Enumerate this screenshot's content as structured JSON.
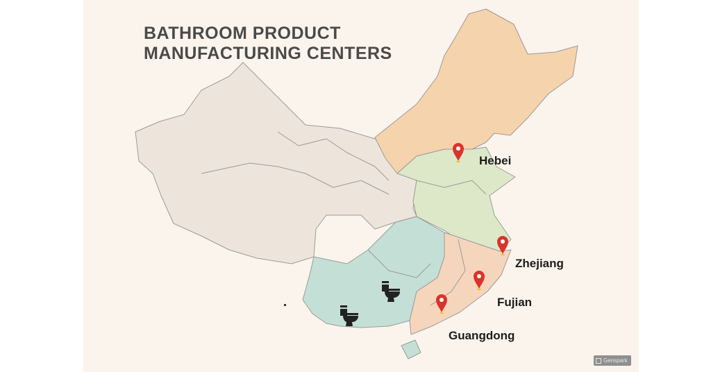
{
  "title_line1": "BATHROOM PRODUCT",
  "title_line2": "MANUFACTURING CENTERS",
  "locations": [
    {
      "name": "Hebei",
      "icon": "map-pin-icon"
    },
    {
      "name": "Zhejiang",
      "icon": "map-pin-icon"
    },
    {
      "name": "Fujian",
      "icon": "map-pin-icon"
    },
    {
      "name": "Guangdong",
      "icon": "map-pin-icon"
    }
  ],
  "symbols": [
    "toilet-icon",
    "toilet-icon"
  ],
  "watermark": "Genspark",
  "colors": {
    "background": "#fbf4ec",
    "west_region": "#ede5dc",
    "northeast_region": "#f5d3ac",
    "north_east_coast": "#dde8c9",
    "southwest_region": "#c4e0d6",
    "southeast_region": "#f6d5bd",
    "pin": "#d9342b"
  }
}
